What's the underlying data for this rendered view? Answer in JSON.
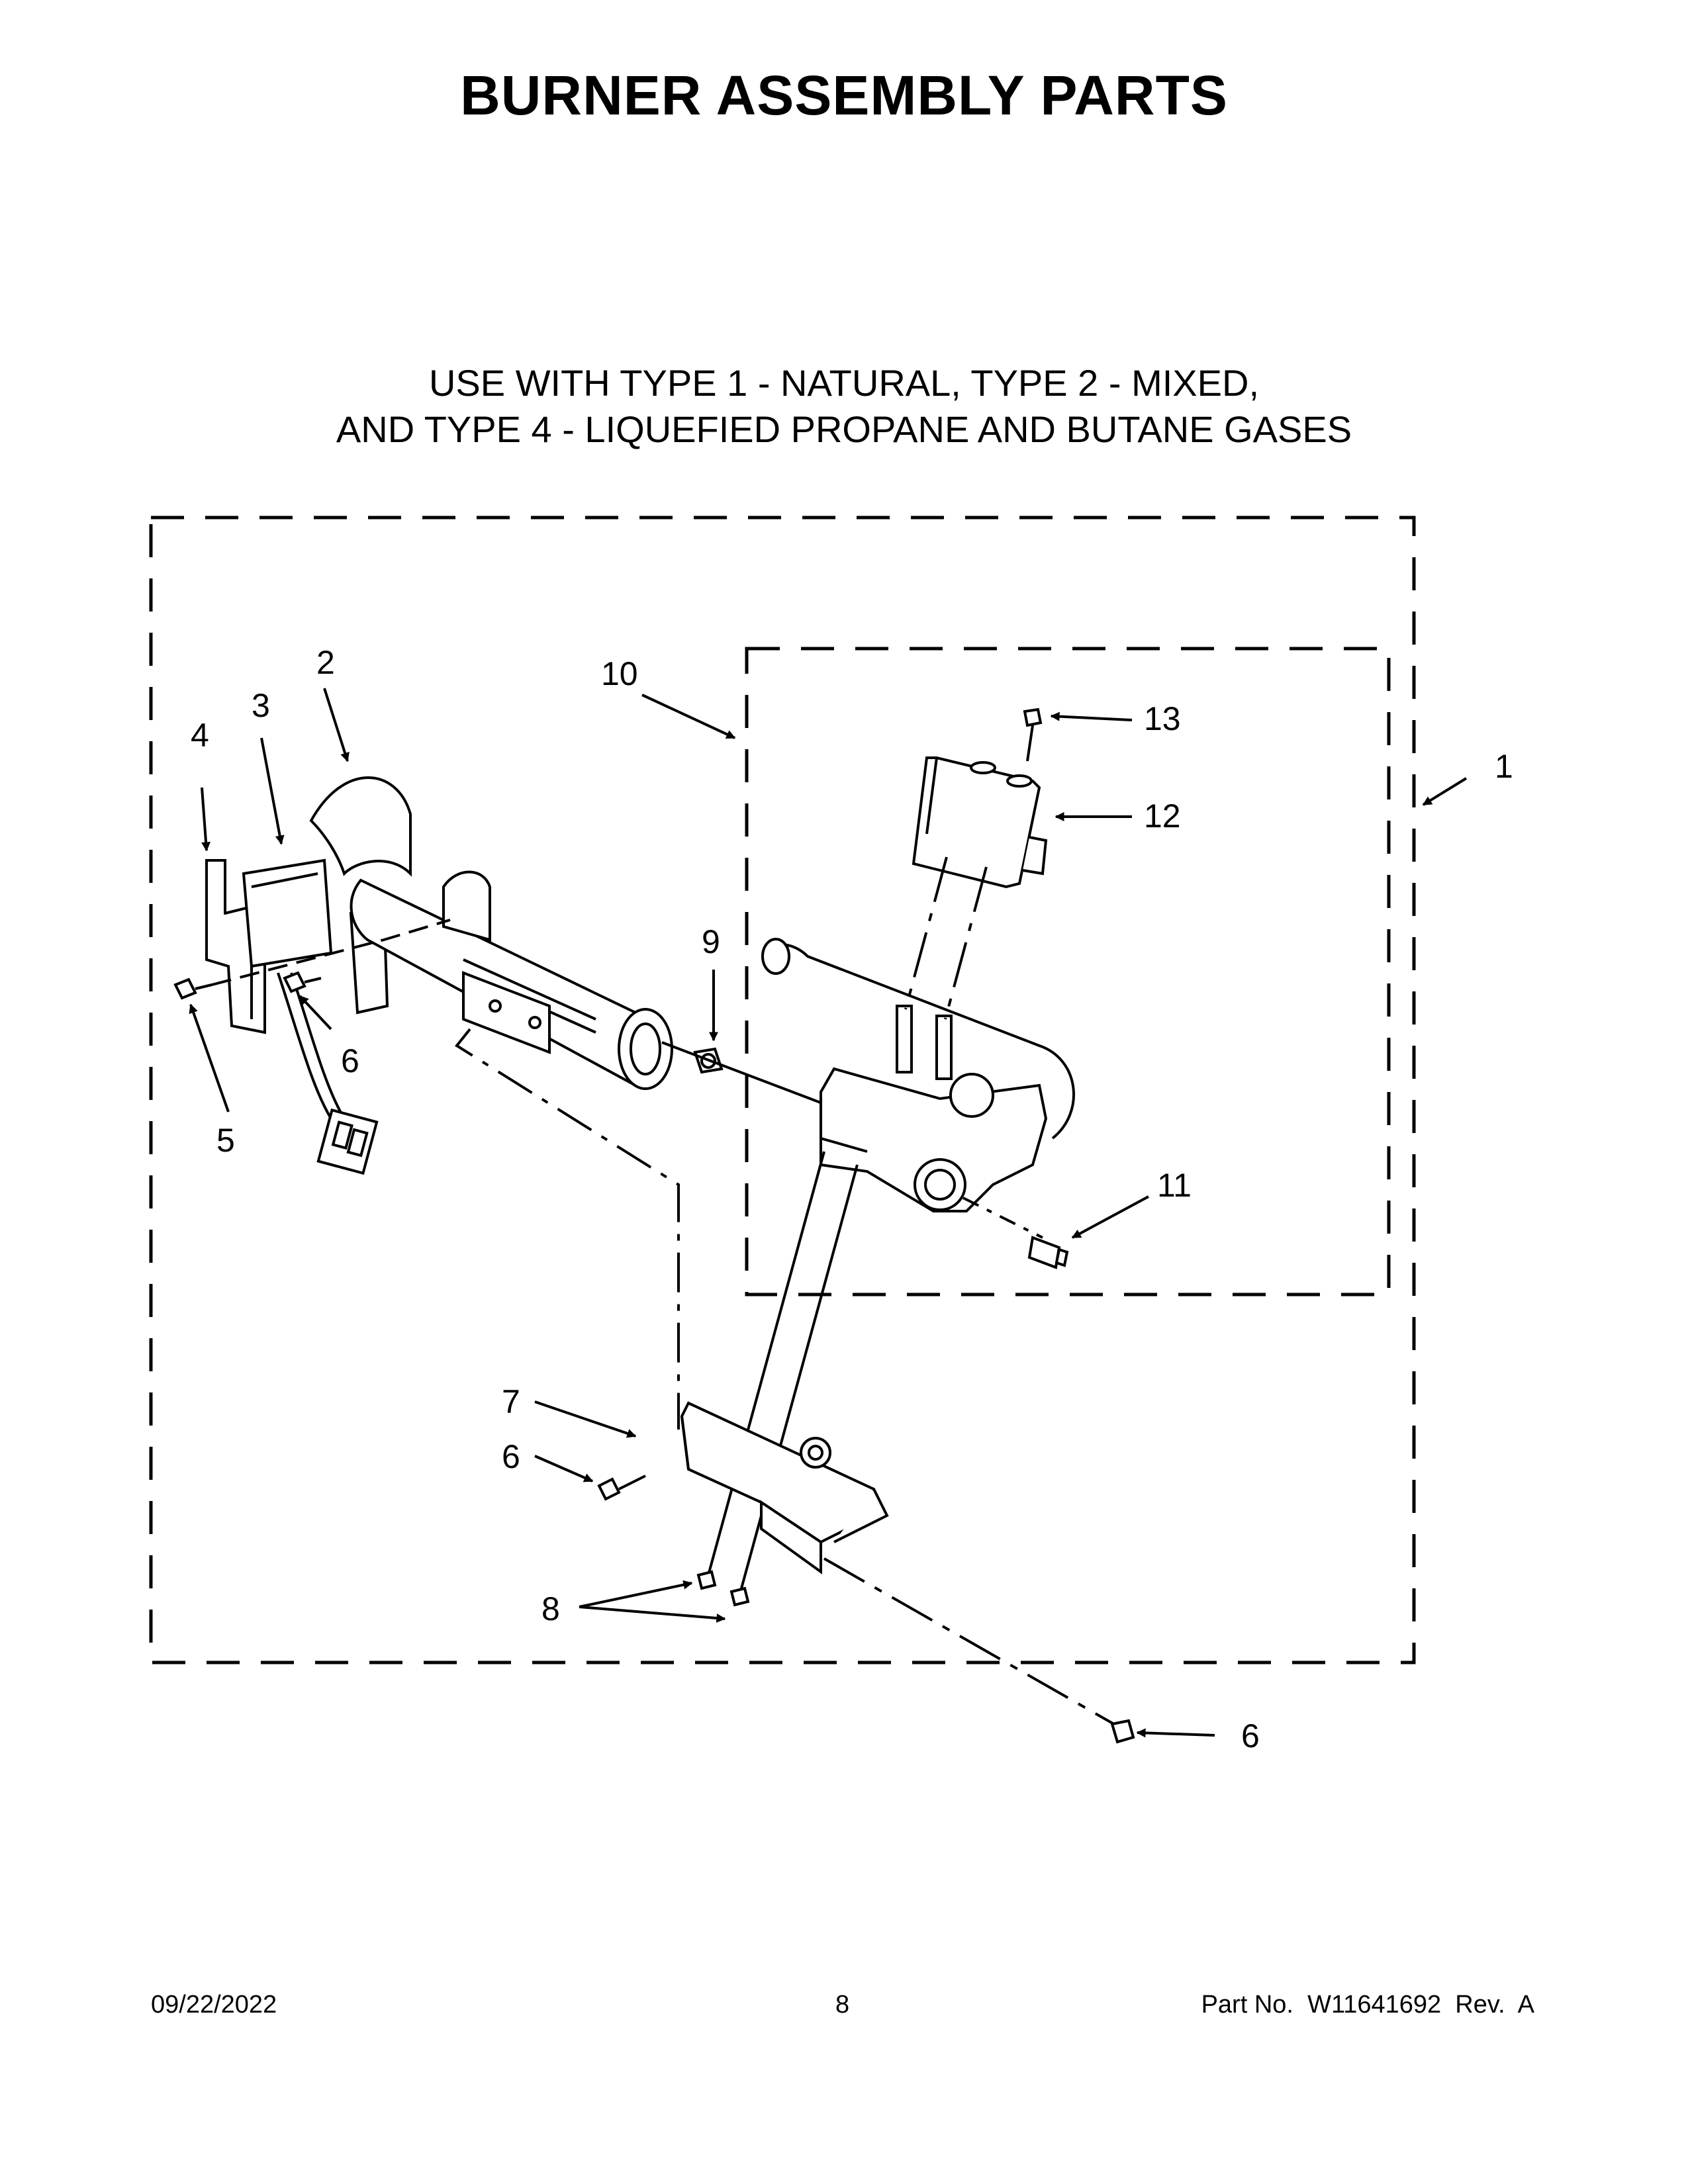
{
  "title": "BURNER ASSEMBLY PARTS",
  "subtitle": {
    "line1": "USE WITH TYPE 1 - NATURAL, TYPE 2 - MIXED,",
    "line2": "AND TYPE 4 - LIQUEFIED PROPANE AND BUTANE GASES"
  },
  "callouts": {
    "c1": "1",
    "c2": "2",
    "c3": "3",
    "c4": "4",
    "c5": "5",
    "c6a": "6",
    "c6b": "6",
    "c6c": "6",
    "c7": "7",
    "c8": "8",
    "c9": "9",
    "c10": "10",
    "c11": "11",
    "c12": "12",
    "c13": "13"
  },
  "footer": {
    "date": "09/22/2022",
    "page": "8",
    "part": "Part No.  W11641692  Rev.  A"
  }
}
